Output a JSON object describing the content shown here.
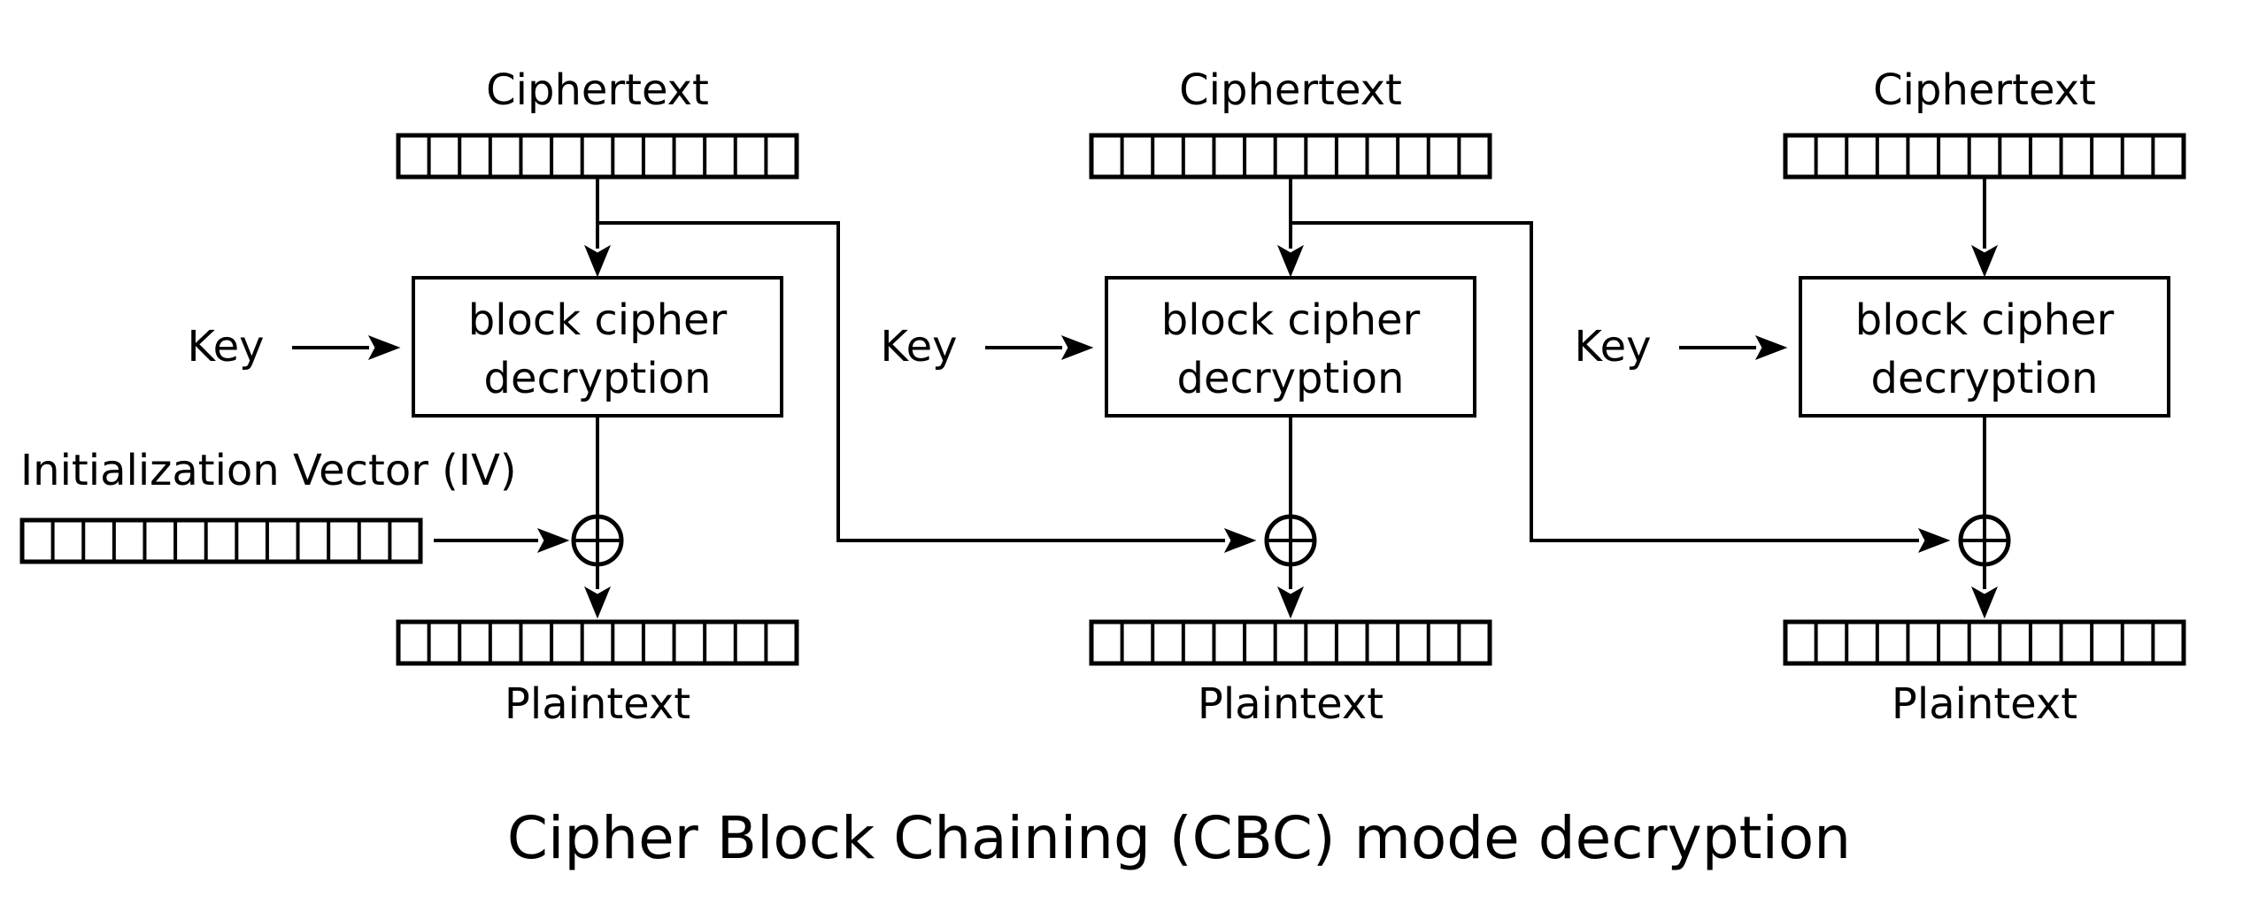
{
  "figure": {
    "caption": "Cipher Block Chaining (CBC) mode decryption",
    "ink_color": "#000000",
    "background_color": "#ffffff",
    "cells_per_block": 13,
    "iv_label": "Initialization Vector (IV)",
    "columns": [
      {
        "ciphertext_label": "Ciphertext",
        "key_label": "Key",
        "box_label_line1": "block cipher",
        "box_label_line2": "decryption",
        "plaintext_label": "Plaintext"
      },
      {
        "ciphertext_label": "Ciphertext",
        "key_label": "Key",
        "box_label_line1": "block cipher",
        "box_label_line2": "decryption",
        "plaintext_label": "Plaintext"
      },
      {
        "ciphertext_label": "Ciphertext",
        "key_label": "Key",
        "box_label_line1": "block cipher",
        "box_label_line2": "decryption",
        "plaintext_label": "Plaintext"
      }
    ]
  }
}
